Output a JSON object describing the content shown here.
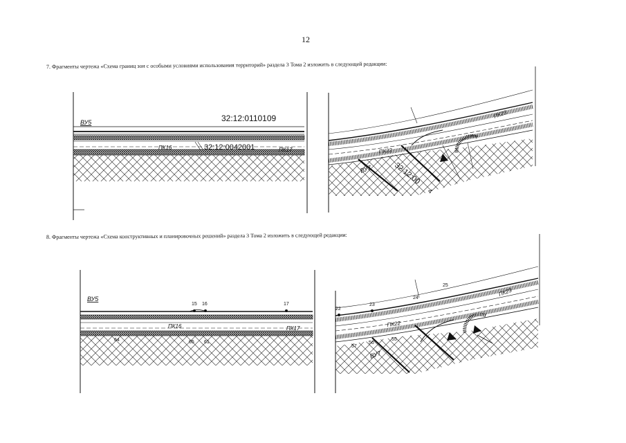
{
  "page": {
    "number": "12"
  },
  "section7": {
    "caption": "7. Фрагменты чертежа «Схема границ зон с особыми условиями использования территорий» раздела 3 Тома 2 изложить в следующей редакции:",
    "left": {
      "parcel_top": "32:12:0110109",
      "parcel_mid": "32:12:0042001",
      "label_vu": "ВУ5",
      "label_pk_a": "ПК16",
      "label_pk_b": "ПК17"
    },
    "right": {
      "label_pk_a": "ПК22",
      "label_pk_b": "ПК23",
      "label_vu": "ВУ7",
      "parcel": "32:12:00",
      "parcel_tail": "4"
    }
  },
  "section8": {
    "caption": "8. Фрагменты чертежа «Схема конструктивных и планировочных решений» раздела 3 Тома 2 изложить в следующей редакции:",
    "left": {
      "label_vu": "ВУ5",
      "label_pk_a": "ПК16",
      "label_pk_b": "ПК17",
      "pt_15": "15",
      "pt_16": "16",
      "pt_17": "17",
      "pt_64": "64",
      "pt_65": "65",
      "pt_61": "61"
    },
    "right": {
      "label_pk_a": "ПК22",
      "label_pk_b": "ПК23",
      "label_vu": "ВУ7",
      "pt_22": "22",
      "pt_23": "23",
      "pt_24": "24",
      "pt_25": "25",
      "pt_57": "57",
      "pt_56": "56",
      "pt_55": "55"
    }
  }
}
